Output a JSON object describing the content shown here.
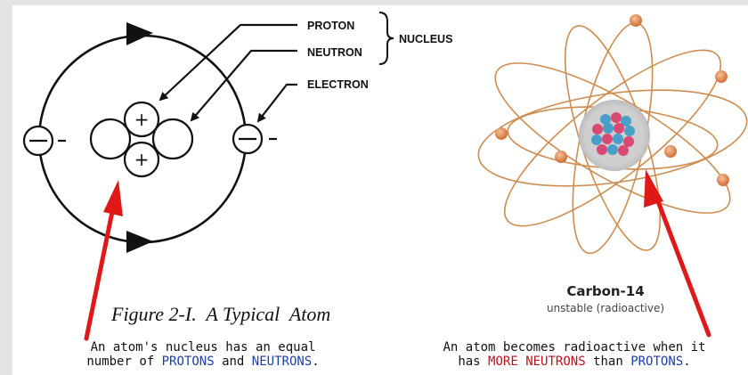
{
  "left_diagram": {
    "labels": {
      "proton": "PROTON",
      "neutron": "NEUTRON",
      "nucleus": "NUCLEUS",
      "electron": "ELECTRON"
    },
    "proton_symbol": "+",
    "electron_symbol": "-",
    "figure_caption": "Figure 2-I.  A Typical  Atom"
  },
  "right_diagram": {
    "title": "Carbon-14",
    "subtitle": "unstable (radioactive)"
  },
  "captions": {
    "left": {
      "line1": "An atom's nucleus has an equal",
      "line2_a": "number of ",
      "line2_protons": "PROTONS",
      "line2_and": " and ",
      "line2_neutrons": "NEUTRONS",
      "line2_end": "."
    },
    "right": {
      "line1": "An atom becomes radioactive when it",
      "line2_a": "has ",
      "line2_more": "MORE NEUTRONS",
      "line2_than": " than ",
      "line2_protons": "PROTONS",
      "line2_end": "."
    }
  },
  "colors": {
    "arrow_red": "#e01818",
    "orbit": "#c9803c",
    "electron_orange": "#e0894a",
    "proton_pink": "#d94a73",
    "neutron_blue": "#4a9fc8",
    "blue_text": "#1c3ea8",
    "red_text": "#c0101a"
  }
}
